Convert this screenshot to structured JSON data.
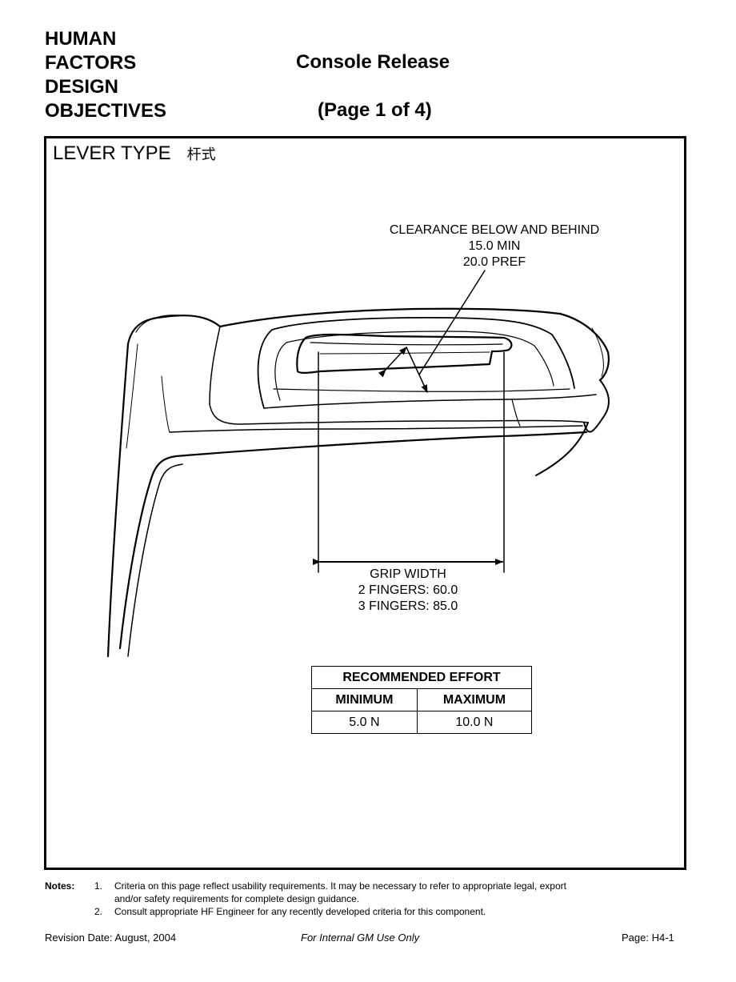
{
  "header": {
    "left_lines": [
      "HUMAN",
      "FACTORS",
      "DESIGN",
      "OBJECTIVES"
    ],
    "title": "Console Release",
    "page": "(Page 1 of 4)"
  },
  "section": {
    "title": "LEVER TYPE",
    "title_cn": "杆式"
  },
  "callouts": {
    "clearance": [
      "CLEARANCE BELOW AND BEHIND",
      "15.0 MIN",
      "20.0 PREF"
    ],
    "grip": [
      "GRIP WIDTH",
      "2 FINGERS:  60.0",
      "3 FINGERS:  85.0"
    ]
  },
  "effort_table": {
    "title": "RECOMMENDED EFFORT",
    "columns": [
      "MINIMUM",
      "MAXIMUM"
    ],
    "values": [
      "5.0 N",
      "10.0 N"
    ]
  },
  "notes": {
    "label": "Notes:",
    "items": [
      {
        "num": "1.",
        "lines": [
          "Criteria on this page reflect usability requirements.  It may be necessary to refer to appropriate legal, export",
          "and/or safety requirements for complete design guidance."
        ]
      },
      {
        "num": "2.",
        "lines": [
          "Consult appropriate HF Engineer for any recently developed criteria for this component."
        ]
      }
    ]
  },
  "footer": {
    "revision": "Revision Date:  August, 2004",
    "usage": "For Internal GM Use Only",
    "page": "Page:  H4-1"
  }
}
